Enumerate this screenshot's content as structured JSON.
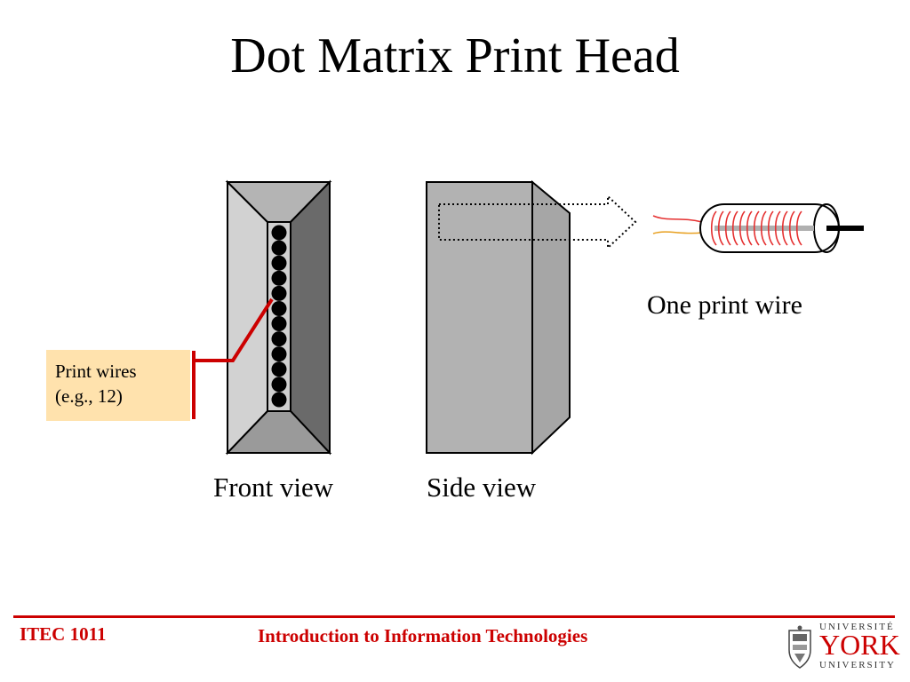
{
  "slide": {
    "title": "Dot Matrix Print Head"
  },
  "diagram": {
    "front_view_label": "Front view",
    "side_view_label": "Side view",
    "wire_label": "One print wire",
    "callout": {
      "line1": "Print wires",
      "line2": "(e.g., 12)"
    },
    "pin_count": 12
  },
  "footer": {
    "course_code": "ITEC 1011",
    "course_name": "Introduction to Information Technologies",
    "logo": {
      "top": "UNIVERSITÉ",
      "main": "YORK",
      "bottom": "UNIVERSITY"
    }
  },
  "colors": {
    "accent": "#cc0000",
    "callout_fill": "#ffe2ad",
    "head_light": "#d4d4d4",
    "head_mid": "#a0a0a0",
    "head_dark": "#6a6a6a",
    "coil": "#e53030"
  }
}
